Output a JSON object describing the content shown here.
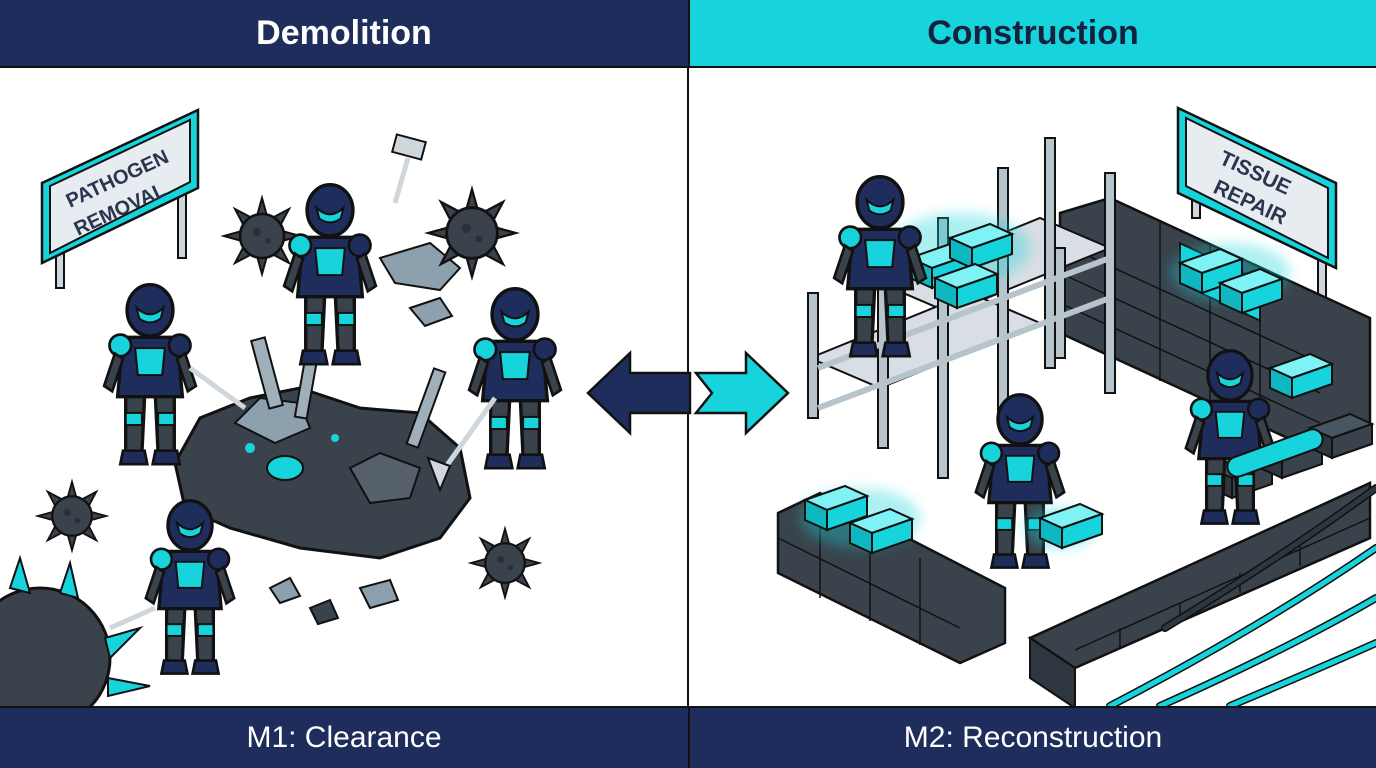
{
  "header": {
    "left_title": "Demolition",
    "right_title": "Construction"
  },
  "footer": {
    "left_label": "M1: Clearance",
    "right_label": "M2: Reconstruction"
  },
  "signs": {
    "left_line1": "PATHOGEN",
    "left_line2": "REMOVAL",
    "right_line1": "TISSUE",
    "right_line2": "REPAIR"
  },
  "colors": {
    "navy": "#1f2d5c",
    "cyan": "#17d4dc",
    "debris": "#3a434c",
    "outline": "#111111"
  },
  "icons": {
    "left_arrow": "arrow-left-icon",
    "right_arrow": "arrow-right-icon"
  }
}
